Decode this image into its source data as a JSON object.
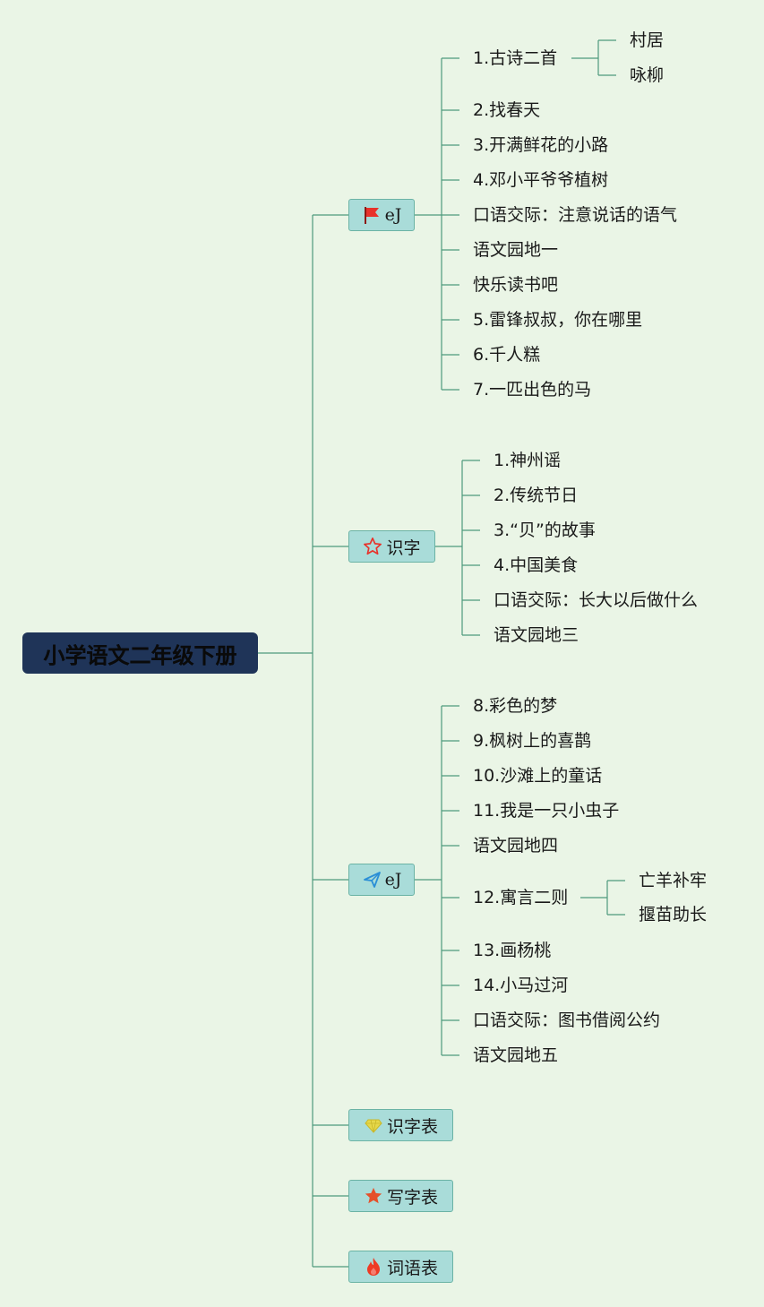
{
  "root": {
    "label": "小学语文二年级下册"
  },
  "branches": [
    {
      "label": "eJ",
      "icon": "flag-icon",
      "items": [
        {
          "label": "1.古诗二首",
          "children": [
            "村居",
            "咏柳"
          ]
        },
        {
          "label": "2.找春天"
        },
        {
          "label": "3.开满鲜花的小路"
        },
        {
          "label": "4.邓小平爷爷植树"
        },
        {
          "label": "口语交际：注意说话的语气"
        },
        {
          "label": "语文园地一"
        },
        {
          "label": "快乐读书吧"
        },
        {
          "label": "5.雷锋叔叔，你在哪里"
        },
        {
          "label": "6.千人糕"
        },
        {
          "label": "7.一匹出色的马"
        }
      ]
    },
    {
      "label": "识字",
      "icon": "star-outline-icon",
      "items": [
        {
          "label": "1.神州谣"
        },
        {
          "label": "2.传统节日"
        },
        {
          "label": "3.“贝”的故事"
        },
        {
          "label": "4.中国美食"
        },
        {
          "label": "口语交际：长大以后做什么"
        },
        {
          "label": "语文园地三"
        }
      ]
    },
    {
      "label": "eJ",
      "icon": "paper-plane-icon",
      "items": [
        {
          "label": "8.彩色的梦"
        },
        {
          "label": "9.枫树上的喜鹊"
        },
        {
          "label": "10.沙滩上的童话"
        },
        {
          "label": "11.我是一只小虫子"
        },
        {
          "label": "语文园地四"
        },
        {
          "label": "12.寓言二则",
          "children": [
            "亡羊补牢",
            "揠苗助长"
          ]
        },
        {
          "label": "13.画杨桃"
        },
        {
          "label": "14.小马过河"
        },
        {
          "label": "口语交际：图书借阅公约"
        },
        {
          "label": "语文园地五"
        }
      ]
    },
    {
      "label": "识字表",
      "icon": "gem-icon",
      "items": []
    },
    {
      "label": "写字表",
      "icon": "star-filled-icon",
      "items": []
    },
    {
      "label": "词语表",
      "icon": "flame-icon",
      "items": []
    }
  ],
  "colors": {
    "background": "#eaf5e6",
    "root_fill": "#1f3458",
    "branch_fill": "#a9dcd9",
    "connector": "#4e9a7d",
    "flag": "#e8322b",
    "star_outline": "#e8322b",
    "plane": "#2b8fd6",
    "gem": "#e6d84a",
    "star_filled": "#e5502a",
    "flame": "#ee3a24"
  }
}
